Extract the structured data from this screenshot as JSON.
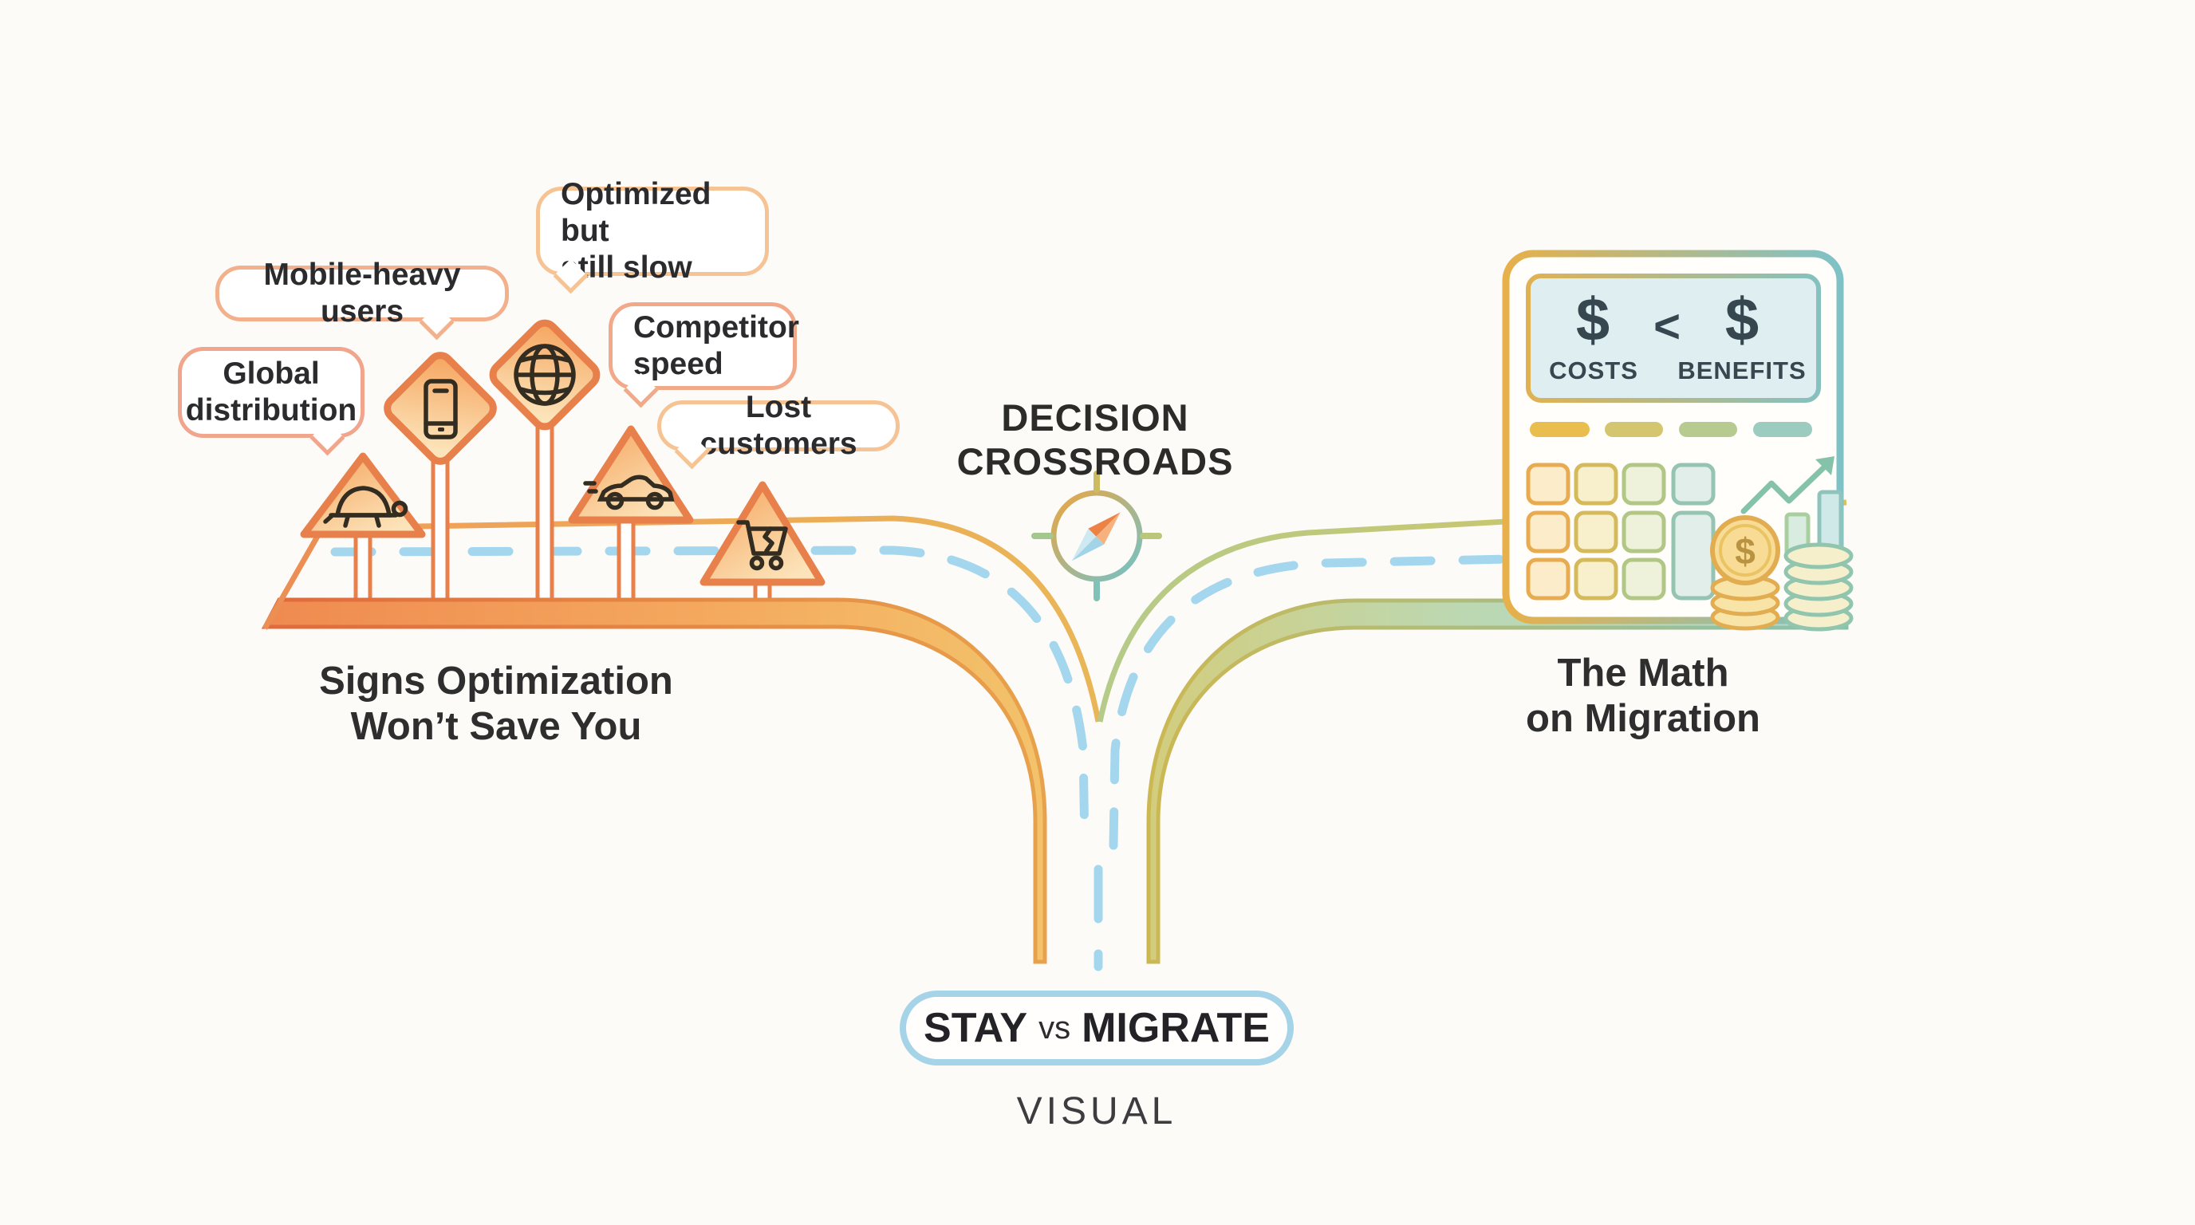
{
  "scene": {
    "background": "#fcfbf8"
  },
  "bubbles": [
    {
      "name": "global-distribution",
      "lines": [
        "Global",
        "distribution"
      ]
    },
    {
      "name": "mobile-heavy-users",
      "lines": [
        "Mobile-heavy users"
      ]
    },
    {
      "name": "optimized-but-still-slow",
      "lines": [
        "Optimized but",
        "still slow"
      ]
    },
    {
      "name": "competitor-speed",
      "lines": [
        "Competitor",
        "speed"
      ]
    },
    {
      "name": "lost-customers",
      "lines": [
        "Lost customers"
      ]
    }
  ],
  "signs": [
    {
      "name": "slow-speed-sign",
      "icon": "turtle-icon",
      "shape": "triangle"
    },
    {
      "name": "mobile-users-sign",
      "icon": "smartphone-icon",
      "shape": "diamond"
    },
    {
      "name": "global-reach-sign",
      "icon": "globe-icon",
      "shape": "diamond"
    },
    {
      "name": "competitor-speed-sign",
      "icon": "race-car-icon",
      "shape": "triangle"
    },
    {
      "name": "lost-customers-sign",
      "icon": "broken-cart-icon",
      "shape": "triangle"
    }
  ],
  "headings": {
    "left": {
      "line1": "Signs Optimization",
      "line2": "Won’t Save You"
    },
    "center": {
      "line1": "DECISION",
      "line2": "CROSSROADS"
    },
    "right": {
      "line1": "The Math",
      "line2": "on Migration"
    }
  },
  "calculator": {
    "display": {
      "costs_symbol": "$",
      "comparator": "<",
      "benefits_symbol": "$",
      "costs_label": "COSTS",
      "benefits_label": "BENEFITS"
    },
    "coin_symbol": "$"
  },
  "footer": {
    "stay": "STAY",
    "vs": "vs",
    "migrate": "MIGRATE",
    "caption": "VISUAL"
  },
  "colors": {
    "road_orange": "#ef8a50",
    "road_orange_dark": "#e06a3c",
    "road_teal": "#abdacf",
    "road_olive": "#d2c466",
    "dash_blue": "#a4d7ee",
    "sign_orange": "#e8804b",
    "bubble_border": "#f3b58e",
    "pill_border": "#a5d3e8",
    "calc_yellow": "#e7b04a",
    "calc_teal": "#7ec2c7",
    "text_dark": "#2e2e30",
    "display_fill": "#dfeef0"
  }
}
